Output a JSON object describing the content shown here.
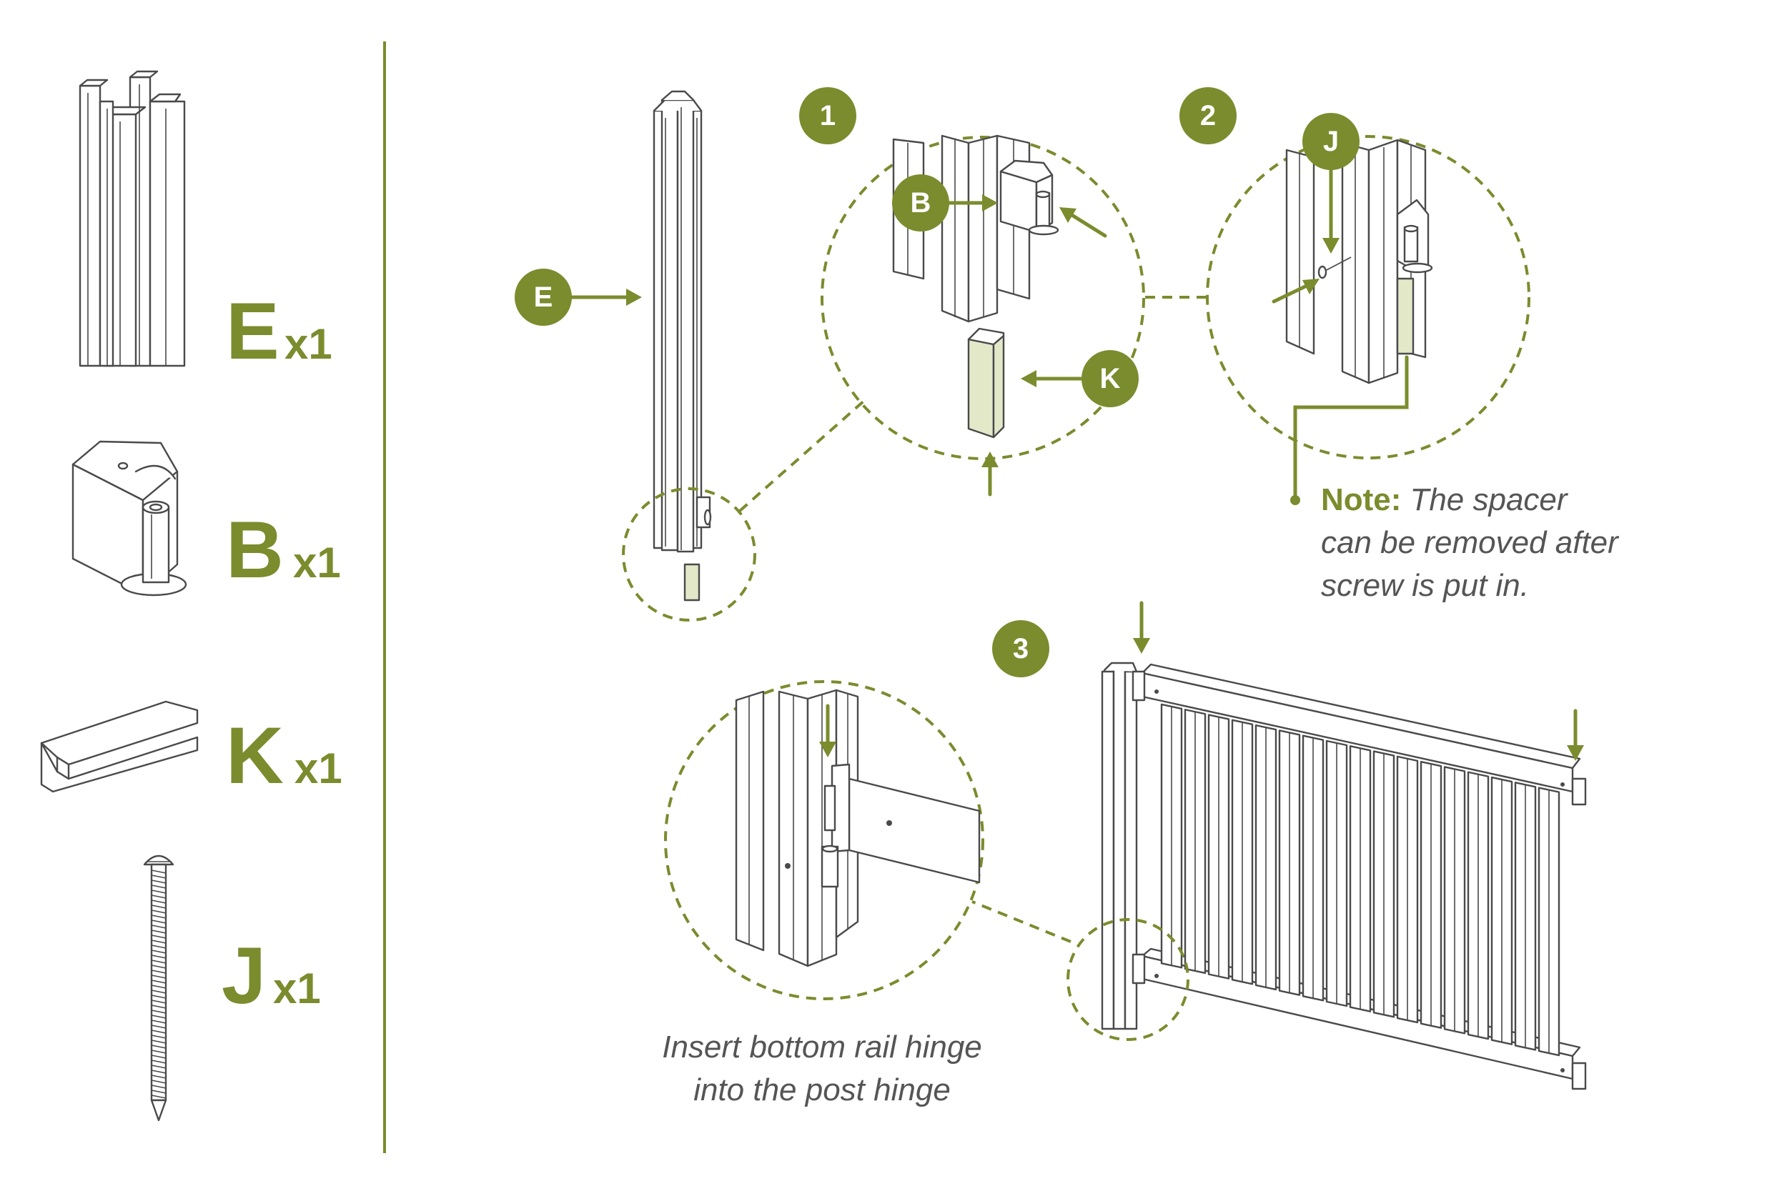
{
  "parts": [
    {
      "letter": "E",
      "qty": "x1"
    },
    {
      "letter": "B",
      "qty": "x1"
    },
    {
      "letter": "K",
      "qty": "x1"
    },
    {
      "letter": "J",
      "qty": "x1"
    }
  ],
  "steps": [
    {
      "number": "1"
    },
    {
      "number": "2"
    },
    {
      "number": "3"
    }
  ],
  "callouts": {
    "e": "E",
    "b": "B",
    "k": "K",
    "j": "J"
  },
  "note": {
    "heading": "Note:",
    "lines": [
      "The spacer",
      "can be removed after",
      "screw is put in."
    ]
  },
  "caption": {
    "lines": [
      "Insert bottom rail hinge",
      "into the post hinge"
    ]
  },
  "colors": {
    "accent": "#7a8c2d",
    "line": "#4a4a4a",
    "spacer_fill": "#e3e8c9",
    "text": "#555555"
  }
}
